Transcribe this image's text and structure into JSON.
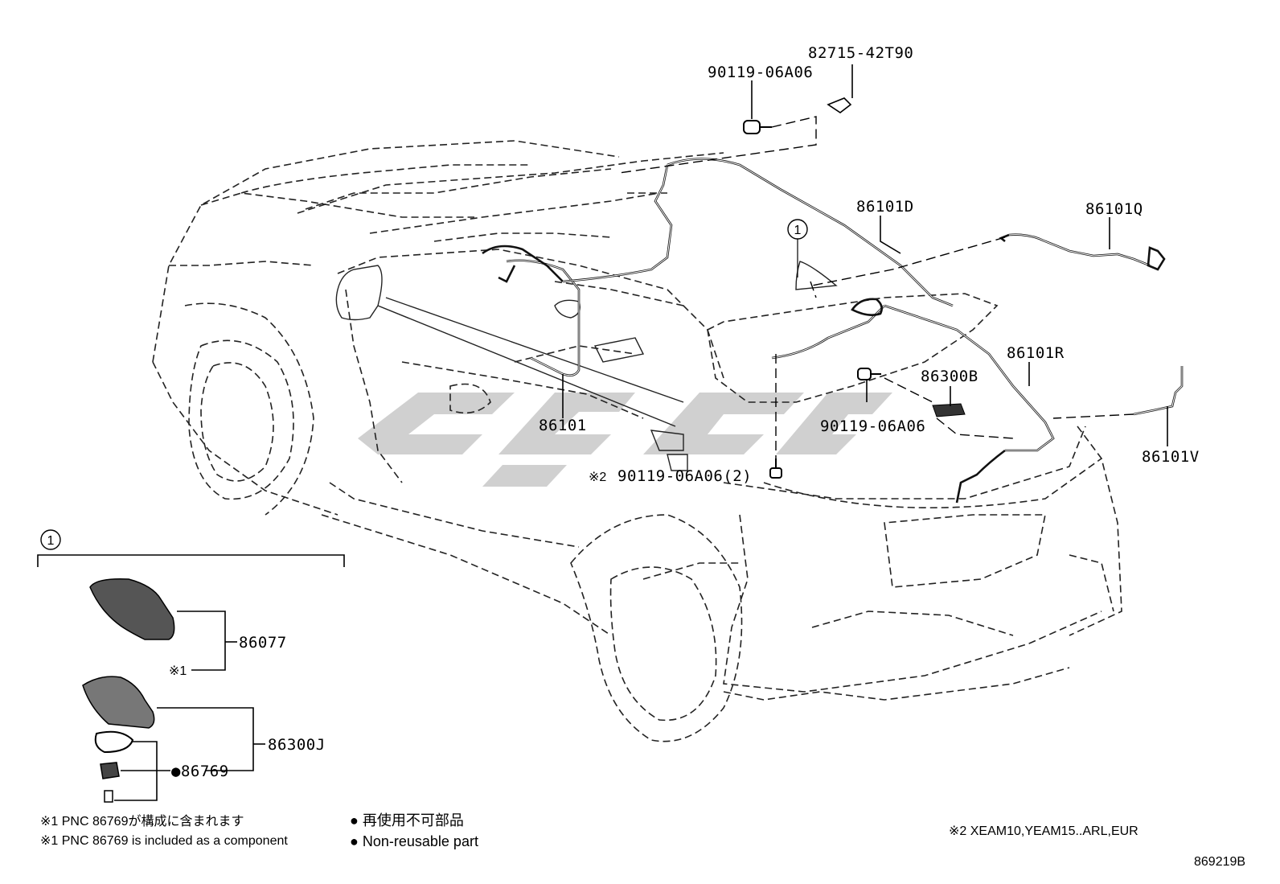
{
  "diagram": {
    "part_labels": {
      "p82715": "82715-42T90",
      "p90119_top": "90119-06A06",
      "p86101D": "86101D",
      "p86101Q": "86101Q",
      "p86101R": "86101R",
      "p86300B": "86300B",
      "p90119_mid": "90119-06A06",
      "p86101": "86101",
      "p86101V": "86101V",
      "p90119_bottom": "90119-06A06(2)",
      "p90119_bottom_mark": "※2",
      "p86077": "86077",
      "p86077_mark": "※1",
      "p86300J": "86300J",
      "p86769": "●86769"
    },
    "callout_ref": "1",
    "inset_ref": "1",
    "notes": {
      "note1_jp": "※1 PNC 86769が構成に含まれます",
      "note1_en": "※1 PNC 86769 is included as a component",
      "legend_jp": "● 再使用不可部品",
      "legend_en": "● Non-reusable part",
      "note2": "※2 XEAM10,YEAM15..ARL,EUR"
    },
    "diagram_code": "869219B",
    "colors": {
      "ink": "#000000",
      "watermark": "#c8c8c8"
    }
  }
}
